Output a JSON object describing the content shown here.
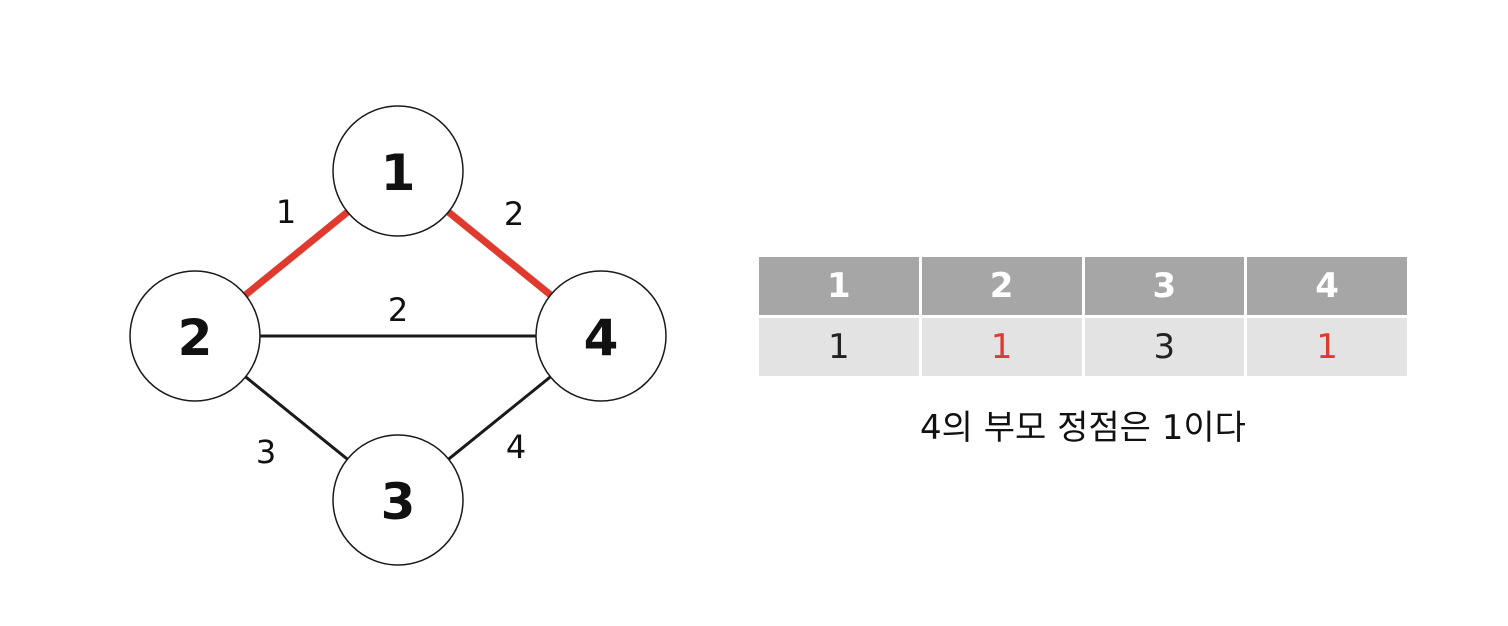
{
  "colors": {
    "highlight": "#e03a2f",
    "edge": "#1a1a1a",
    "table_header_bg": "#a6a6a6",
    "table_row_bg": "#e3e3e3"
  },
  "graph": {
    "nodes": [
      {
        "id": "1",
        "label": "1"
      },
      {
        "id": "2",
        "label": "2"
      },
      {
        "id": "3",
        "label": "3"
      },
      {
        "id": "4",
        "label": "4"
      }
    ],
    "edges": [
      {
        "from": "1",
        "to": "2",
        "weight": "1",
        "highlighted": true
      },
      {
        "from": "1",
        "to": "4",
        "weight": "2",
        "highlighted": true
      },
      {
        "from": "2",
        "to": "4",
        "weight": "2",
        "highlighted": false
      },
      {
        "from": "2",
        "to": "3",
        "weight": "3",
        "highlighted": false
      },
      {
        "from": "3",
        "to": "4",
        "weight": "4",
        "highlighted": false
      }
    ]
  },
  "table": {
    "headers": [
      "1",
      "2",
      "3",
      "4"
    ],
    "values": [
      {
        "text": "1",
        "changed": false
      },
      {
        "text": "1",
        "changed": true
      },
      {
        "text": "3",
        "changed": false
      },
      {
        "text": "1",
        "changed": true
      }
    ]
  },
  "caption": "4의 부모 정점은 1이다"
}
